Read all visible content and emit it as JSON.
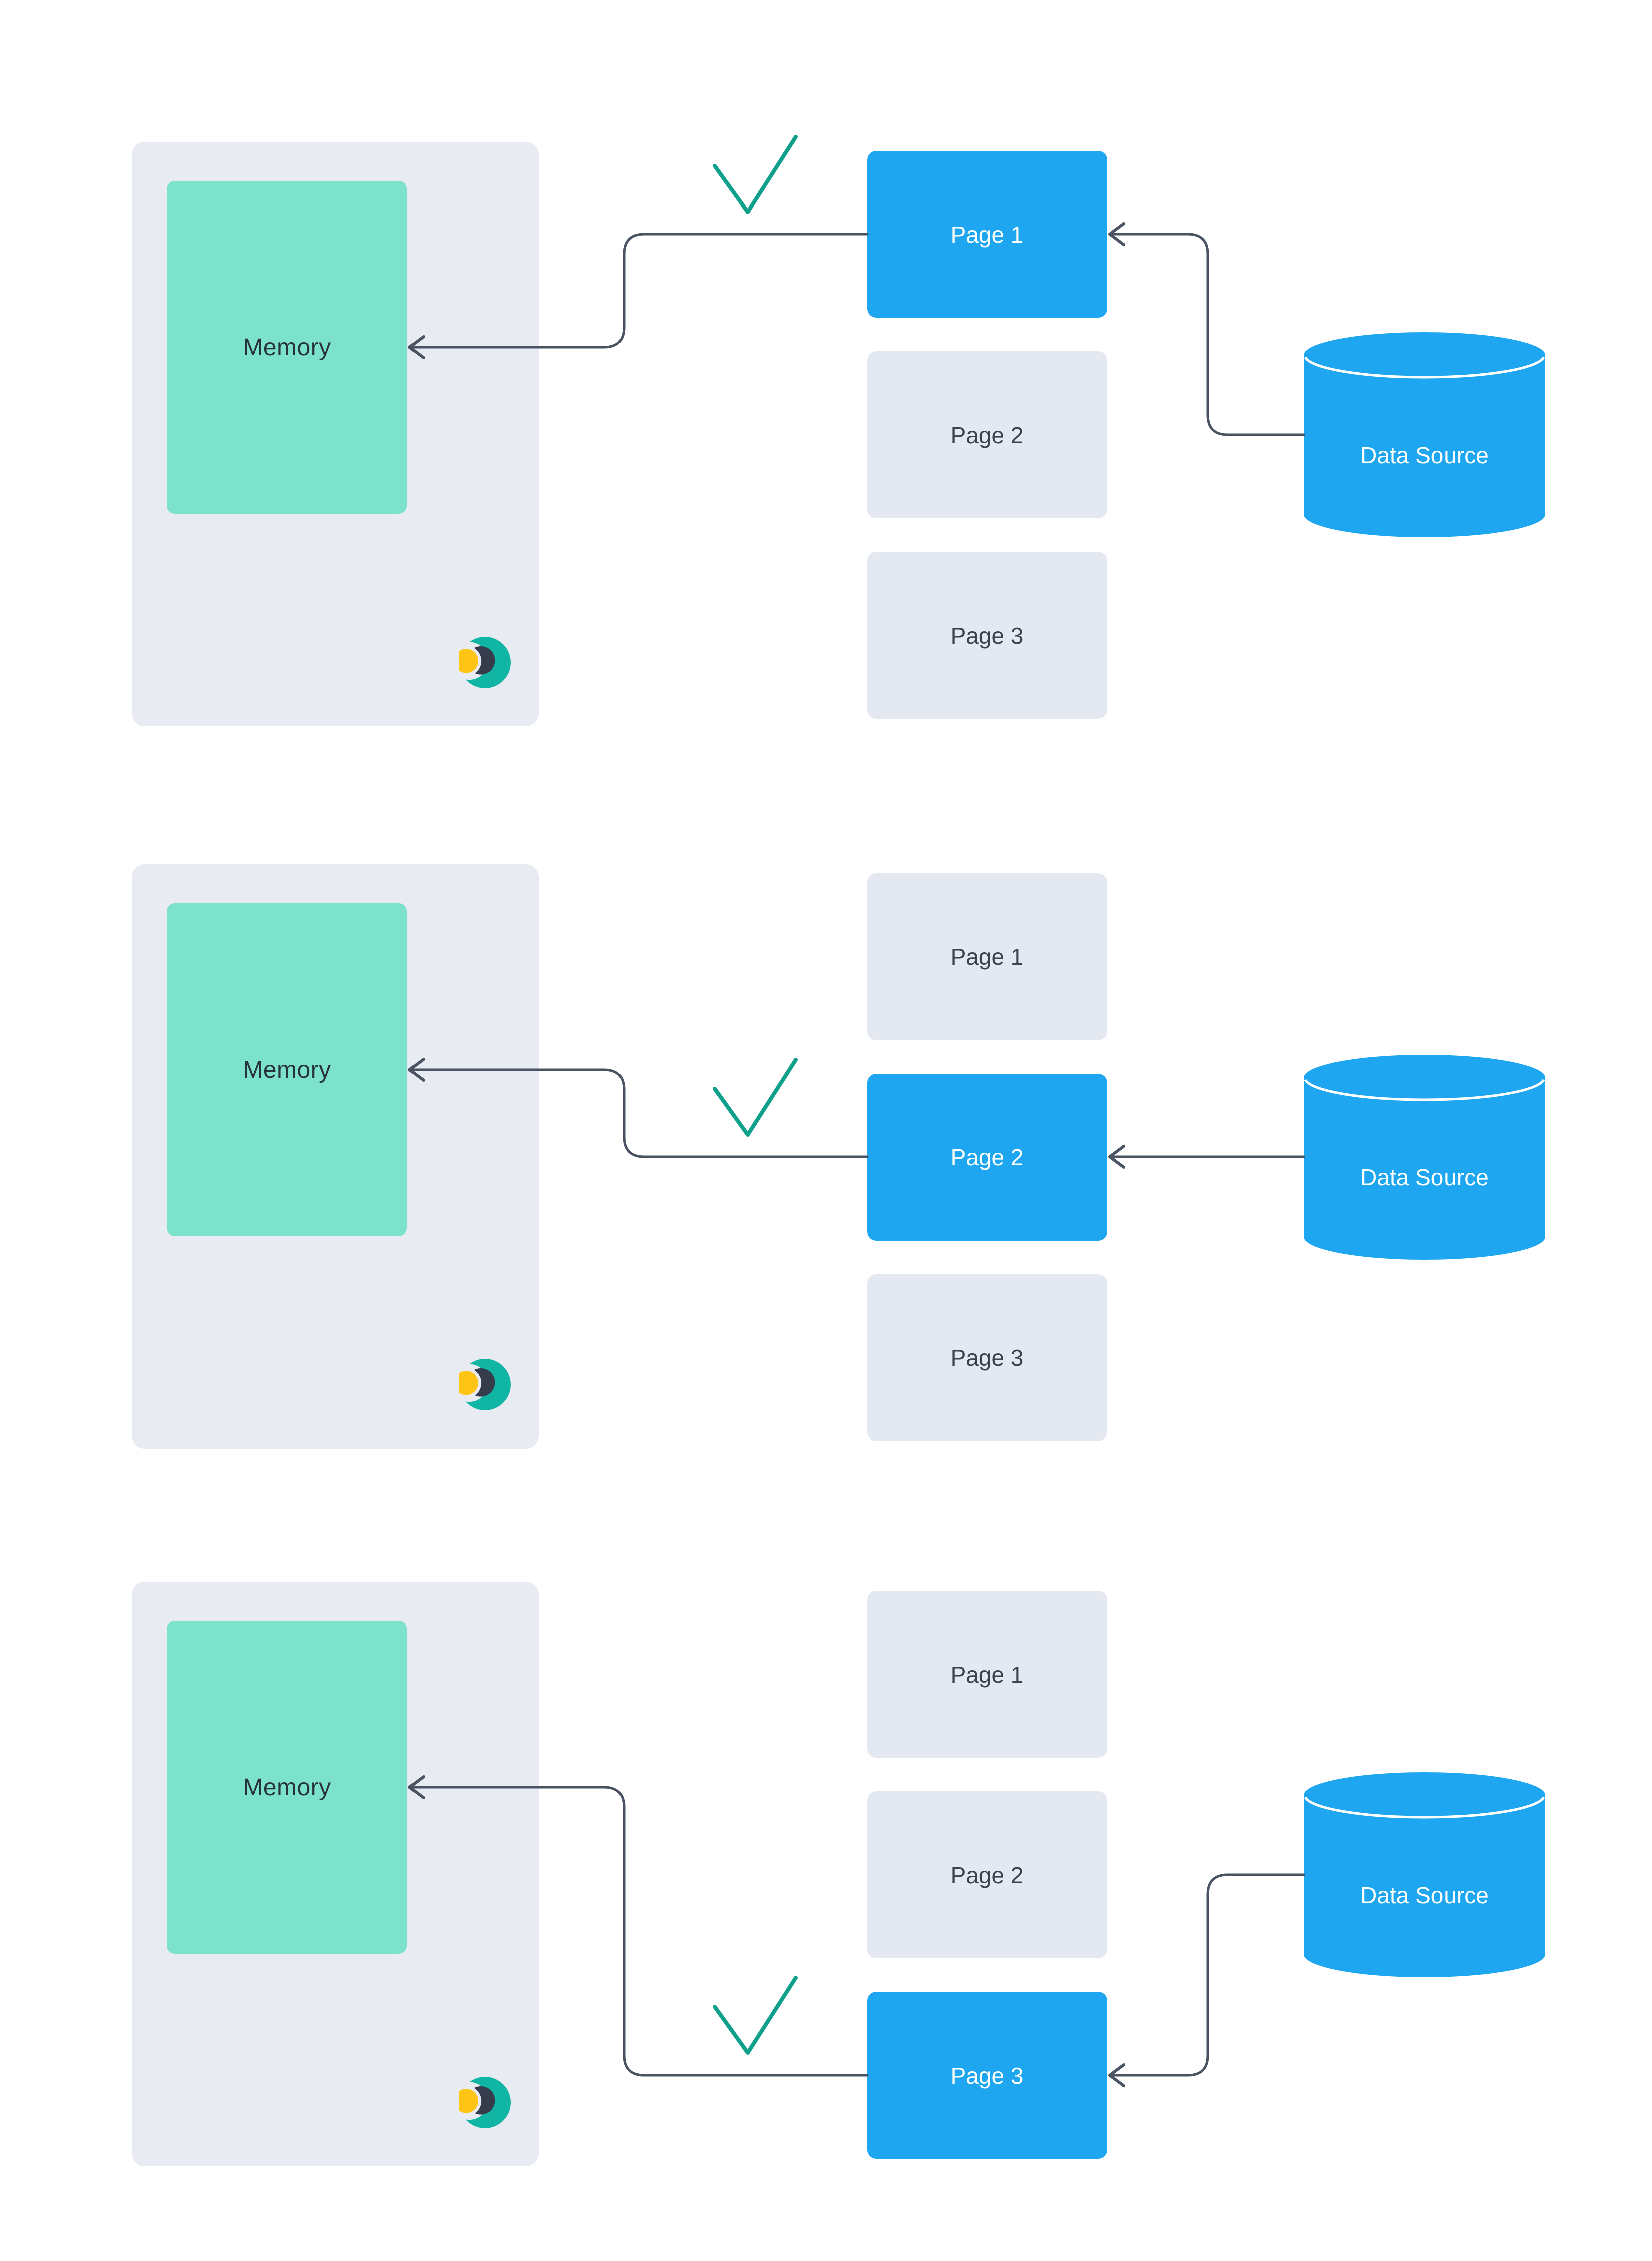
{
  "palette": {
    "background": "#FFFFFF",
    "panel_gray": "#E8EBF2",
    "memory_teal": "#7DE2CB",
    "page_gray": "#E4E8F0",
    "active_blue": "#1EA7F0",
    "connector_slate": "#4A5361",
    "check_teal": "#0FA08C",
    "memory_text": "#27343B",
    "page_text": "#3A424C",
    "white_text": "#FFFFFF",
    "logo_teal": "#10B5A3",
    "logo_dark": "#353C4B",
    "logo_yellow": "#FFC414"
  },
  "icons": {
    "checkmark": "teal check mark above the loaded page",
    "arrowhead": "open left-pointing chevron arrow",
    "data_source_shape": "database-cylinder",
    "logo": "eclipse-brand-mark (teal crescent, dark circle, yellow circle)"
  },
  "rows": [
    {
      "memory_label": "Memory",
      "pages": [
        {
          "label": "Page 1",
          "active": true
        },
        {
          "label": "Page 2",
          "active": false
        },
        {
          "label": "Page 3",
          "active": false
        }
      ],
      "data_source_label": "Data Source",
      "active_page": "Page 1"
    },
    {
      "memory_label": "Memory",
      "pages": [
        {
          "label": "Page 1",
          "active": false
        },
        {
          "label": "Page 2",
          "active": true
        },
        {
          "label": "Page 3",
          "active": false
        }
      ],
      "data_source_label": "Data Source",
      "active_page": "Page 2"
    },
    {
      "memory_label": "Memory",
      "pages": [
        {
          "label": "Page 1",
          "active": false
        },
        {
          "label": "Page 2",
          "active": false
        },
        {
          "label": "Page 3",
          "active": true
        }
      ],
      "data_source_label": "Data Source",
      "active_page": "Page 3"
    }
  ]
}
